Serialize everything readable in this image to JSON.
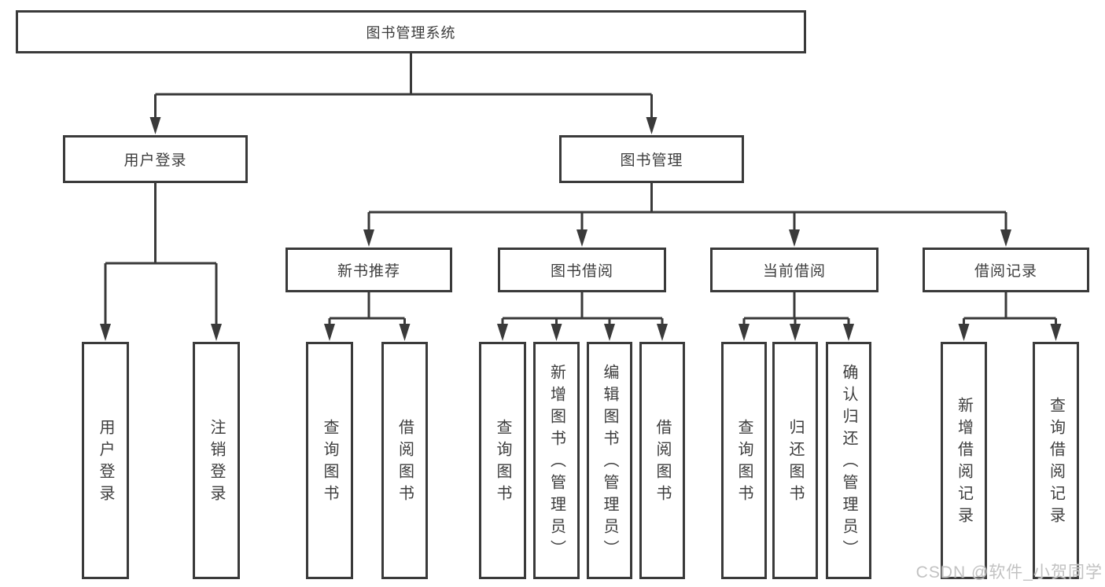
{
  "tree": {
    "label": "图书管理系统",
    "children": [
      {
        "label": "用户登录",
        "children": [
          {
            "label": "用户登录"
          },
          {
            "label": "注销登录"
          }
        ]
      },
      {
        "label": "图书管理",
        "children": [
          {
            "label": "新书推荐",
            "children": [
              {
                "label": "查询图书"
              },
              {
                "label": "借阅图书"
              }
            ]
          },
          {
            "label": "图书借阅",
            "children": [
              {
                "label": "查询图书"
              },
              {
                "label": "新增图书（管理员）"
              },
              {
                "label": "编辑图书（管理员）"
              },
              {
                "label": "借阅图书"
              }
            ]
          },
          {
            "label": "当前借阅",
            "children": [
              {
                "label": "查询图书"
              },
              {
                "label": "归还图书"
              },
              {
                "label": "确认归还（管理员）"
              }
            ]
          },
          {
            "label": "借阅记录",
            "children": [
              {
                "label": "新增借阅记录"
              },
              {
                "label": "查询借阅记录"
              }
            ]
          }
        ]
      }
    ]
  },
  "watermark": {
    "text": "CSDN @软件_小贺同学"
  },
  "colors": {
    "line": "#3a3a3a",
    "text": "#3d3d3d",
    "watermark": "#c2c2c2",
    "background": "#ffffff"
  }
}
